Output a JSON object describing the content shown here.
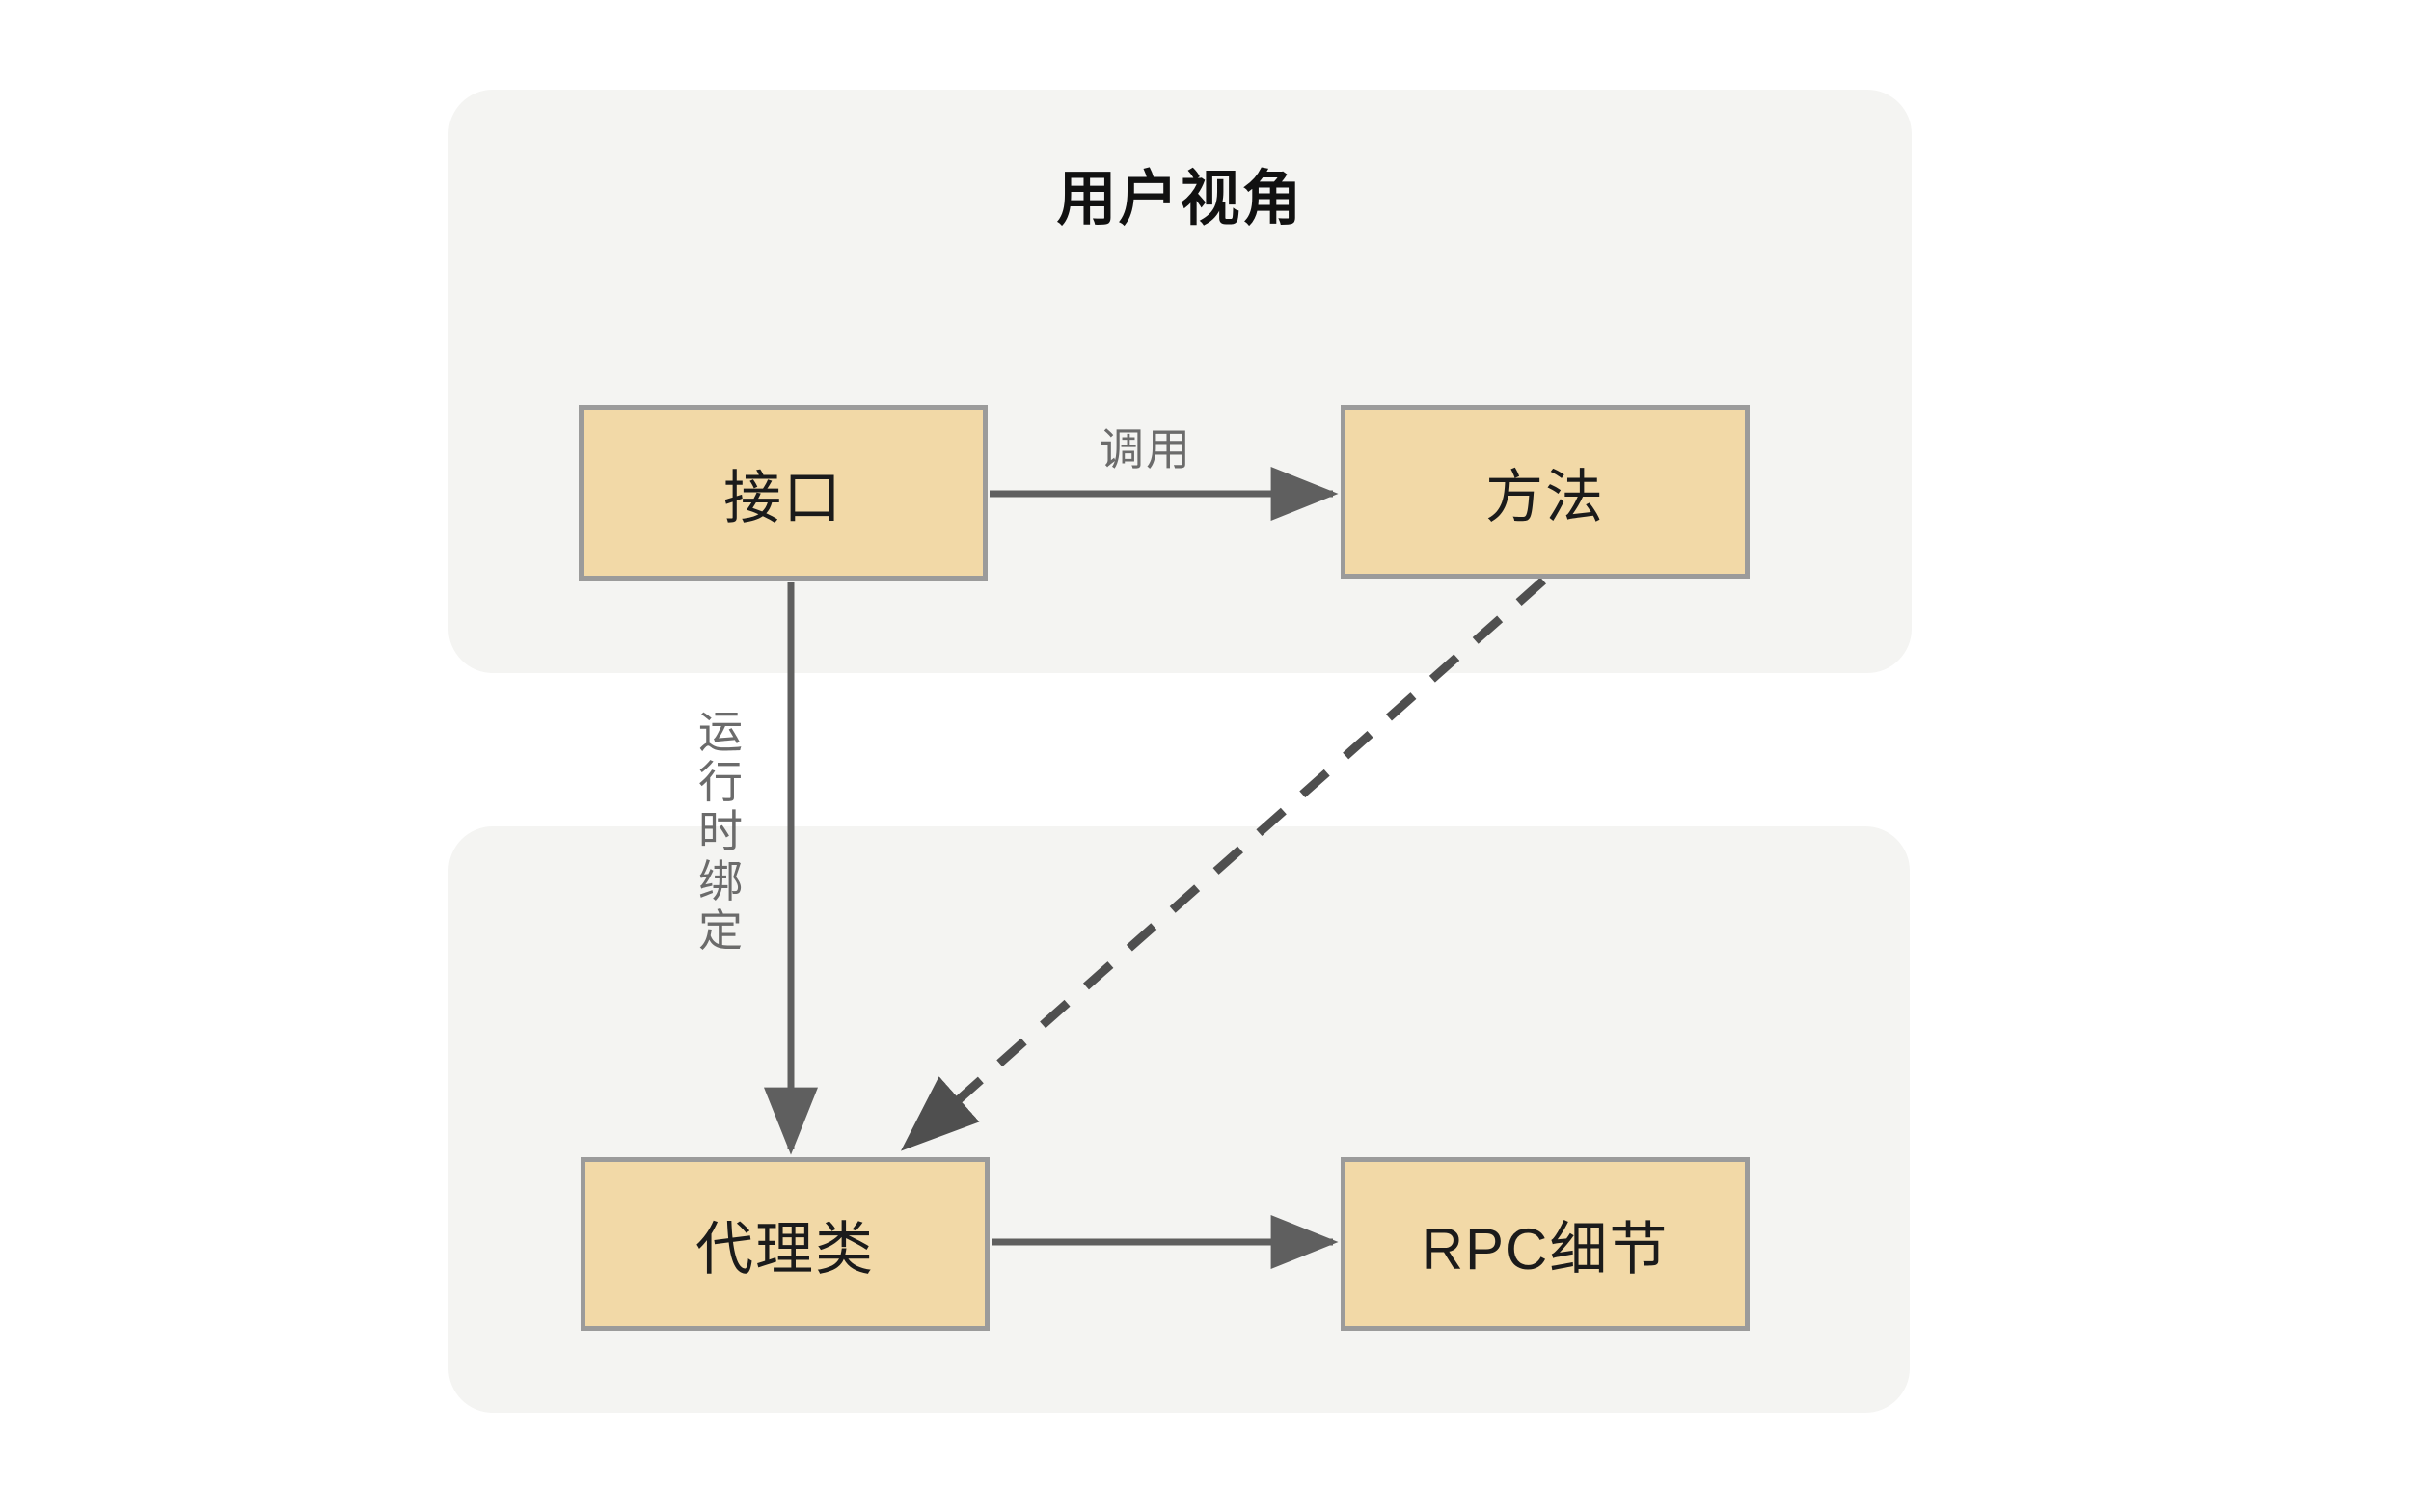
{
  "diagram": {
    "type": "flowchart",
    "background_color": "#ffffff",
    "panel_color": "#f4f4f2",
    "node_fill_color": "#f2d9a7",
    "node_border_color": "#9b9b9b",
    "edge_color": "#5f5f5f",
    "label_color": "#6b6b6b",
    "title_color": "#111111",
    "panels": [
      {
        "id": "user-view",
        "title": "用户视角",
        "nodes": [
          "接口",
          "方法"
        ]
      },
      {
        "id": "implementation-view",
        "title": "",
        "nodes": [
          "代理类",
          "RPC细节"
        ]
      }
    ],
    "nodes": [
      {
        "id": "interface",
        "label": "接口"
      },
      {
        "id": "method",
        "label": "方法"
      },
      {
        "id": "proxy",
        "label": "代理类"
      },
      {
        "id": "rpc",
        "label": "RPC细节"
      }
    ],
    "edges": [
      {
        "from": "interface",
        "to": "method",
        "label": "调用",
        "style": "solid",
        "direction": "right"
      },
      {
        "from": "interface",
        "to": "proxy",
        "label": "运行时绑定",
        "style": "solid",
        "direction": "down"
      },
      {
        "from": "method",
        "to": "proxy",
        "label": "",
        "style": "dashed",
        "direction": "diagonal-down-left"
      },
      {
        "from": "proxy",
        "to": "rpc",
        "label": "",
        "style": "solid",
        "direction": "right"
      }
    ],
    "labels": {
      "call": "调用",
      "runtime_bind": "运行时绑定",
      "runtime_bind_chars": [
        "运",
        "行",
        "时",
        "绑",
        "定"
      ]
    }
  }
}
